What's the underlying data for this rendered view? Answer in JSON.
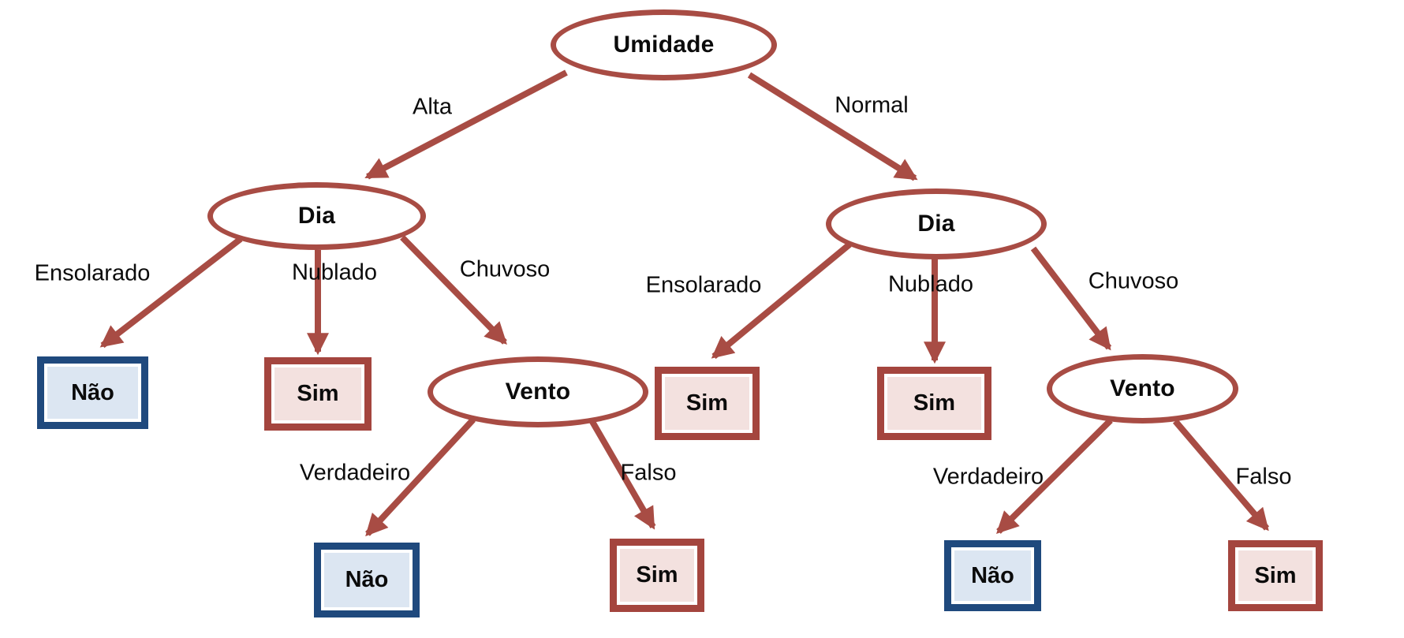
{
  "tree": {
    "root": {
      "label": "Umidade"
    },
    "nodes": {
      "dia_left": {
        "label": "Dia"
      },
      "dia_right": {
        "label": "Dia"
      },
      "vento_left": {
        "label": "Vento"
      },
      "vento_right": {
        "label": "Vento"
      }
    },
    "edge_labels": {
      "alta": "Alta",
      "normal": "Normal",
      "ensolarado_left": "Ensolarado",
      "nublado_left": "Nublado",
      "chuvoso_left": "Chuvoso",
      "ensolarado_right": "Ensolarado",
      "nublado_right": "Nublado",
      "chuvoso_right": "Chuvoso",
      "verdadeiro_left": "Verdadeiro",
      "falso_left": "Falso",
      "verdadeiro_right": "Verdadeiro",
      "falso_right": "Falso"
    },
    "leaves": {
      "alta_ensolarado": {
        "label": "Não",
        "decision": "no"
      },
      "alta_nublado": {
        "label": "Sim",
        "decision": "yes"
      },
      "alta_chuvoso_verdadeiro": {
        "label": "Não",
        "decision": "no"
      },
      "alta_chuvoso_falso": {
        "label": "Sim",
        "decision": "yes"
      },
      "normal_ensolarado": {
        "label": "Sim",
        "decision": "yes"
      },
      "normal_nublado": {
        "label": "Sim",
        "decision": "yes"
      },
      "normal_chuvoso_verdadeiro": {
        "label": "Não",
        "decision": "no"
      },
      "normal_chuvoso_falso": {
        "label": "Sim",
        "decision": "yes"
      }
    },
    "colors": {
      "edge": "#A84C44",
      "ellipse_border": "#A84C44",
      "yes_border": "#A4453E",
      "yes_fill": "#F3E1DF",
      "no_border": "#1F497D",
      "no_fill": "#DCE6F2",
      "text": "#0B0B0B",
      "background": "#FFFFFF"
    }
  }
}
